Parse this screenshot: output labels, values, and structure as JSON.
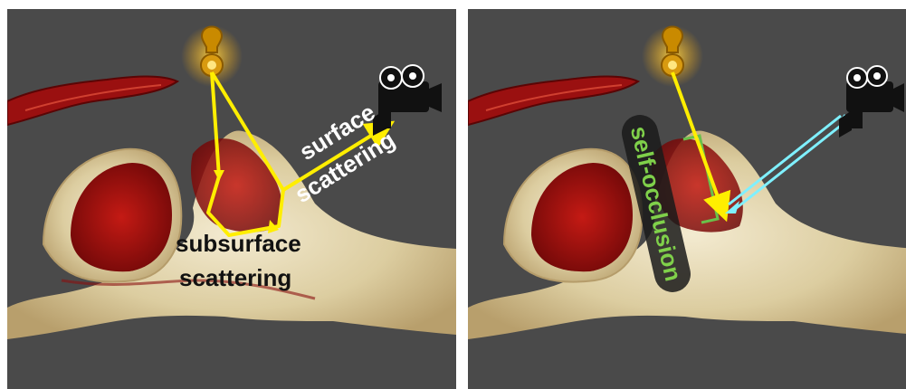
{
  "left_panel": {
    "surface_line1": "surface",
    "surface_line2": "scattering",
    "subsurface_line1": "subsurface",
    "subsurface_line2": "scattering"
  },
  "right_panel": {
    "occlusion_label": "self-occlusion"
  },
  "colors": {
    "background": "#4a4a4a",
    "ray": "#ffee00",
    "camera_ray": "#7ff0ff",
    "bracket": "#6ac04a",
    "occlusion_text": "#7fd04a",
    "bone": "#e8dcb0",
    "marrow": "#a01010"
  },
  "icons": {
    "light": "light-bulb-icon",
    "camera": "movie-camera-icon"
  }
}
